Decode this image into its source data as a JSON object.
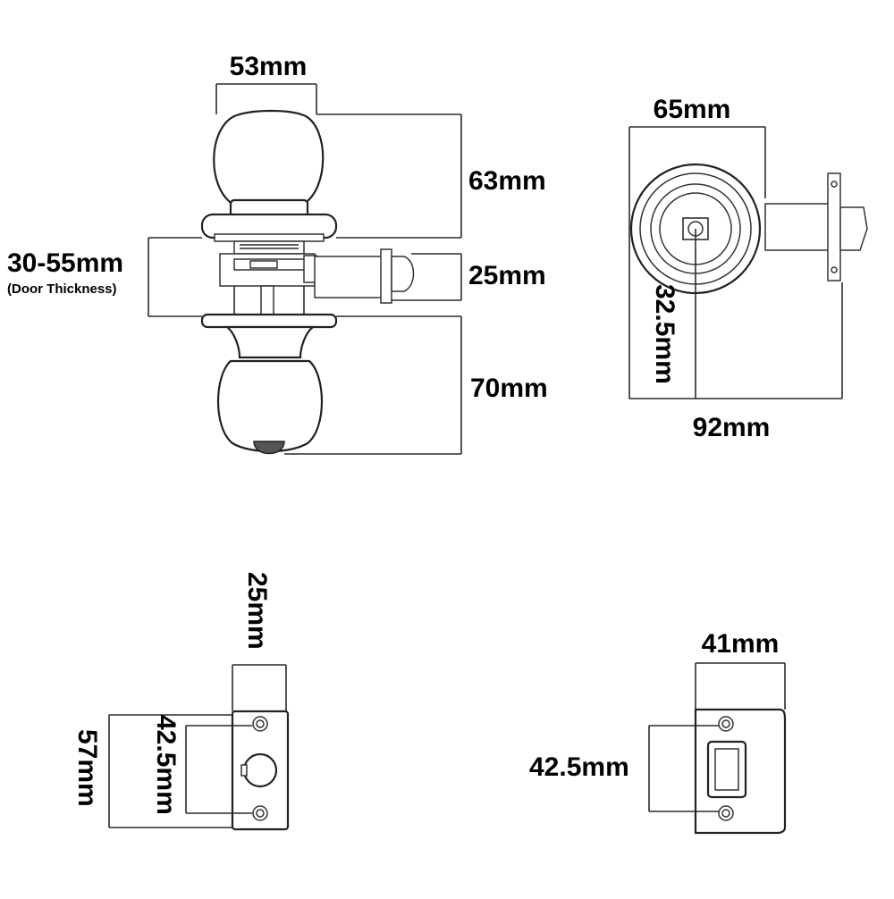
{
  "side_view": {
    "knob_width": "53mm",
    "knob_height_top": "63mm",
    "door_thickness": "30-55mm",
    "door_thickness_note": "(Door Thickness)",
    "latch_thickness": "25mm",
    "knob_height_bottom": "70mm"
  },
  "end_view": {
    "rose_diameter": "65mm",
    "backset_short": "32.5mm",
    "backset_total": "92mm"
  },
  "latch_faceplate": {
    "width": "25mm",
    "height": "57mm",
    "hole_spacing": "42.5mm"
  },
  "strike_plate": {
    "width": "41mm",
    "hole_spacing": "42.5mm"
  }
}
